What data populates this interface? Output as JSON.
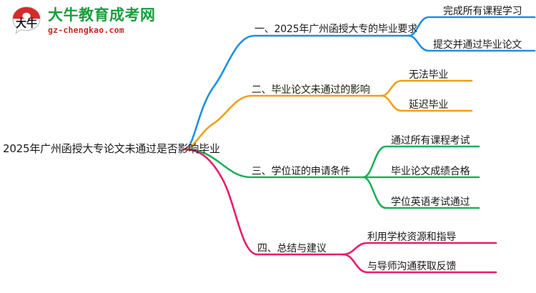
{
  "logo": {
    "mark_name": "da-niu-speech-bubble-logo",
    "cn_name": "大牛教育成考网",
    "domain": "gz-chengkao.com",
    "mark_text": "大牛",
    "cn_color": "#1a9c3c",
    "domain_color": "#cf2222",
    "mark_color": "#d42b2b"
  },
  "mindmap": {
    "root": {
      "label": "2025年广州函授大专论文未通过是否影响毕业"
    },
    "branches": [
      {
        "label": "一、2025年广州函授大专的毕业要求",
        "color": "#1e90e0",
        "children": [
          {
            "label": "完成所有课程学习"
          },
          {
            "label": "提交并通过毕业论文"
          }
        ]
      },
      {
        "label": "二、毕业论文未通过的影响",
        "color": "#f0a019",
        "children": [
          {
            "label": "无法毕业"
          },
          {
            "label": "延迟毕业"
          }
        ]
      },
      {
        "label": "三、学位证的申请条件",
        "color": "#1bb05a",
        "children": [
          {
            "label": "通过所有课程考试"
          },
          {
            "label": "毕业论文成绩合格"
          },
          {
            "label": "学位英语考试通过"
          }
        ]
      },
      {
        "label": "四、总结与建议",
        "color": "#ec1a6e",
        "children": [
          {
            "label": "利用学校资源和指导"
          },
          {
            "label": "与导师沟通获取反馈"
          }
        ]
      }
    ]
  }
}
